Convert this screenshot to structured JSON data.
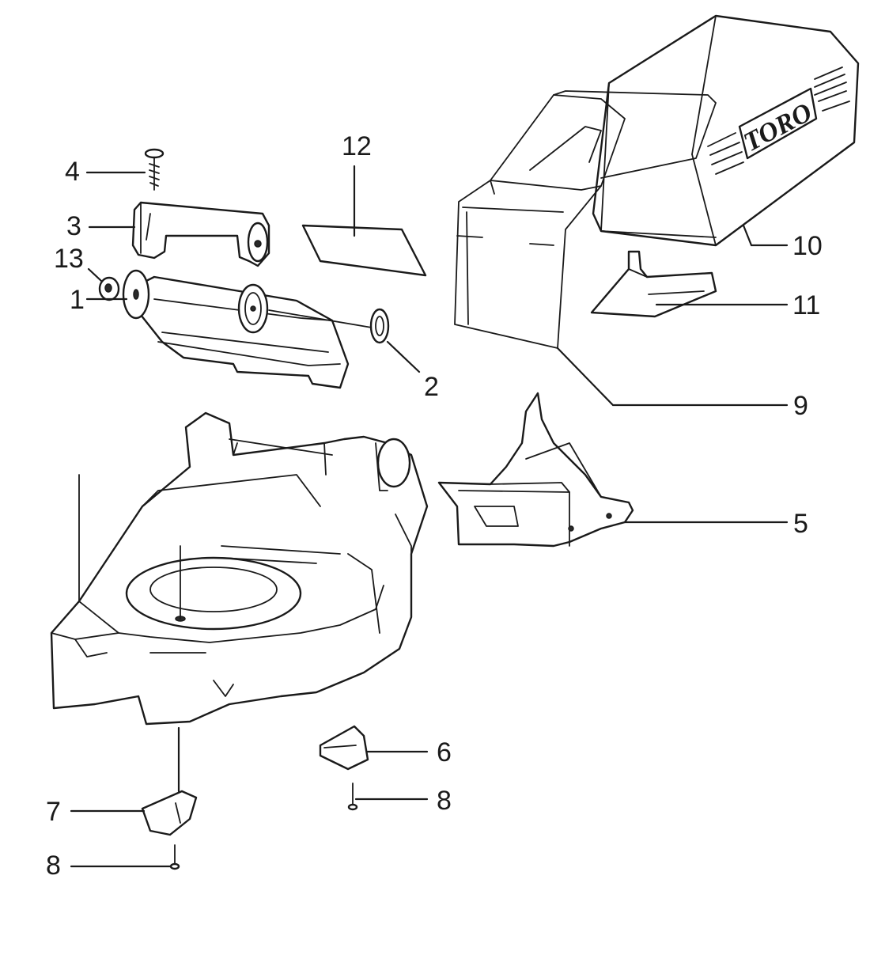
{
  "diagram": {
    "brand_text": "TORO",
    "callouts": {
      "c1": "1",
      "c2": "2",
      "c3": "3",
      "c4": "4",
      "c5": "5",
      "c6": "6",
      "c7": "7",
      "c8a": "8",
      "c8b": "8",
      "c9": "9",
      "c10": "10",
      "c11": "11",
      "c12": "12",
      "c13": "13"
    }
  }
}
